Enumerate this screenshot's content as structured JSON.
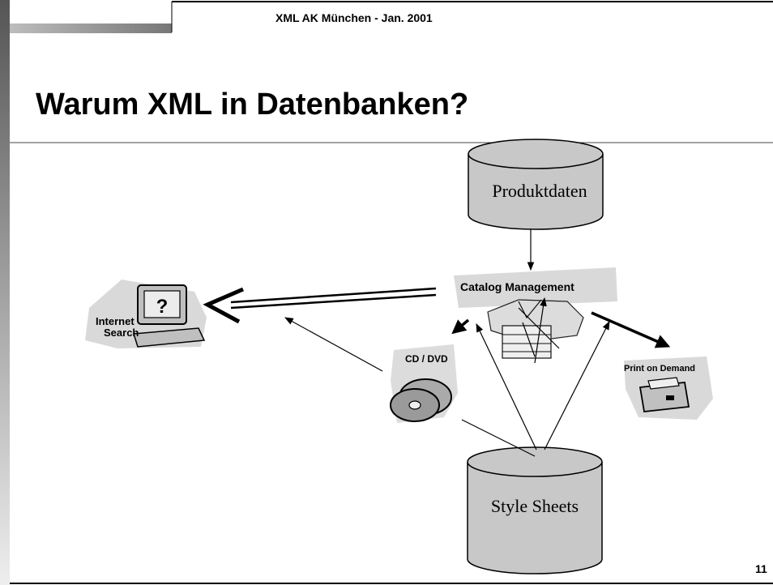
{
  "header": {
    "text": "XML AK München - Jan. 2001"
  },
  "title": "Warum XML in Datenbanken?",
  "slide_number": "11",
  "diagram": {
    "database_top": "Produktdaten",
    "database_bottom": "Style Sheets",
    "catalog_label": "Catalog Management",
    "internet_label_line1": "Internet",
    "internet_label_line2": "Search",
    "cd_label": "CD / DVD",
    "print_label": "Print on Demand",
    "internet_question_mark": "?"
  },
  "colors": {
    "cylinder_fill": "#c8c8c8",
    "decoration_dark": "#555555",
    "decoration_light": "#cfcfcf"
  }
}
